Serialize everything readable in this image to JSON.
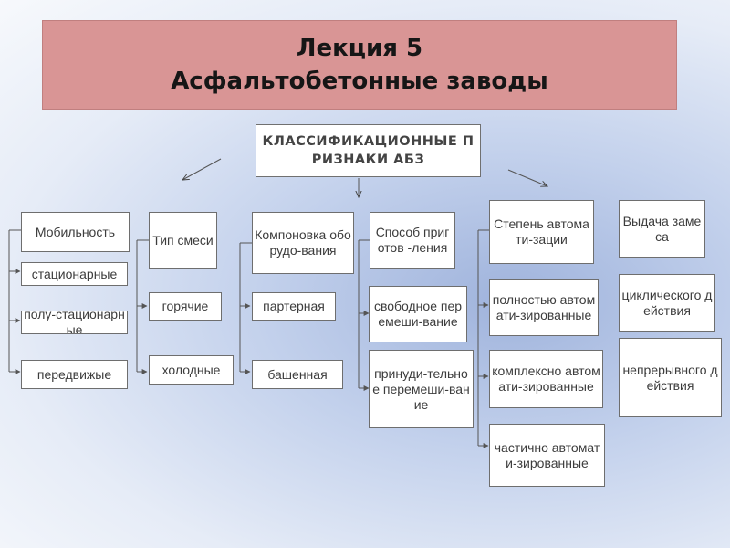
{
  "title": {
    "line1": "Лекция 5",
    "line2": "Асфальтобетонные заводы"
  },
  "root": {
    "label": "КЛАССИФИКАЦИОННЫЕ ПРИЗНАКИ АБЗ"
  },
  "categories": [
    {
      "label": "Мобильность",
      "items": [
        "стационарные",
        "полу-стационарные",
        "передвижые"
      ]
    },
    {
      "label": "Тип смеси",
      "items": [
        "горячие",
        "холодные"
      ]
    },
    {
      "label": "Компоновка оборудо-вания",
      "items": [
        "партерная",
        "башенная"
      ]
    },
    {
      "label": "Способ приготов -ления",
      "items": [
        "свободное перемеши-вание",
        "принуди-тельное перемеши-вание"
      ]
    },
    {
      "label": "Степень автомати-зации",
      "items": [
        "полностью автомати-зированные",
        "комплексно автомати-зированные",
        "частично автомати-зированные"
      ]
    },
    {
      "label": "Выдача замеса",
      "items": [
        "циклического действия",
        "непрерывного действия"
      ]
    }
  ],
  "colors": {
    "banner": "#d99595",
    "box_border": "#6e6e6e",
    "text": "#3c3c3c"
  }
}
